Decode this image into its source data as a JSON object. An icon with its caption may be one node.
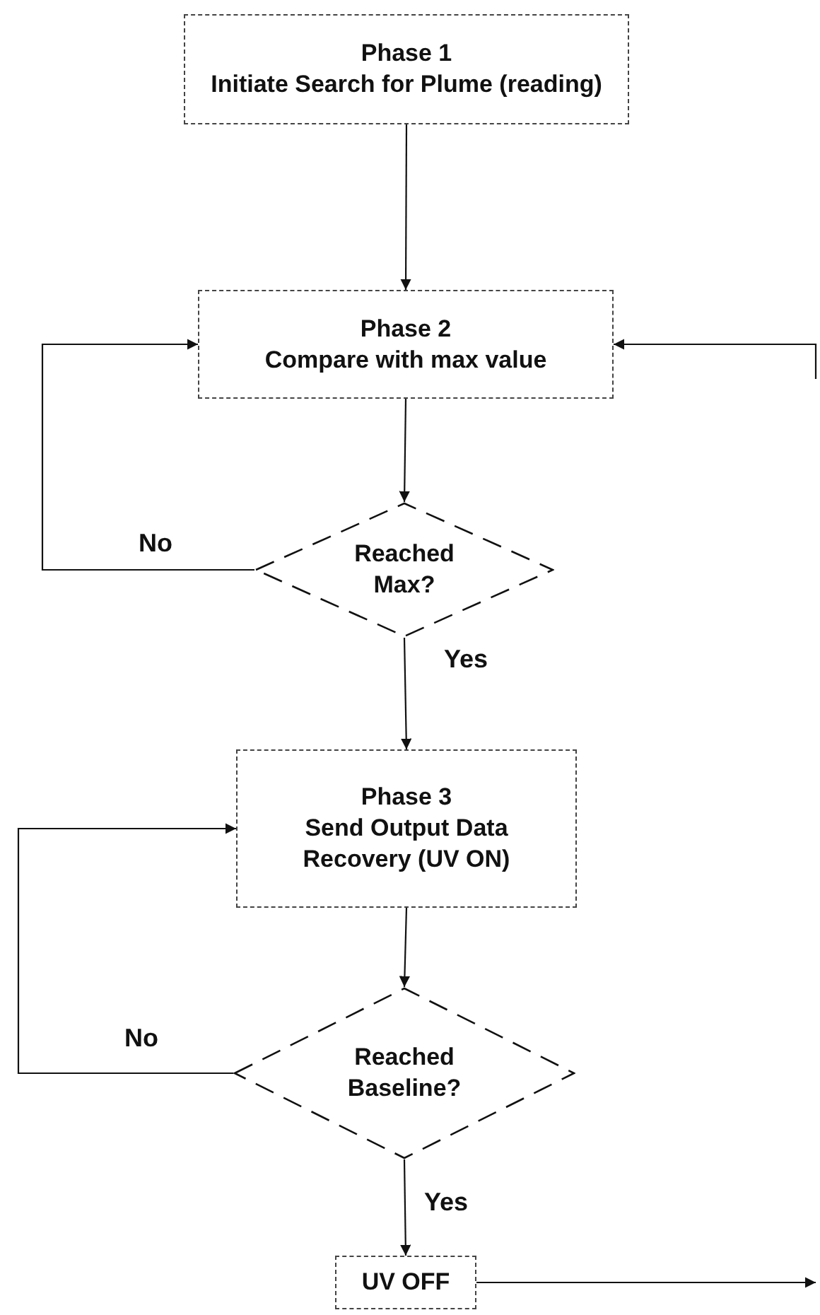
{
  "diagram": {
    "nodes": [
      {
        "text": [
          "Phase 1",
          "Initiate Search for Plume (reading)"
        ]
      },
      {
        "text": [
          "Phase 2",
          "Compare with max value"
        ]
      },
      {
        "text": [
          "Reached Max?"
        ]
      },
      {
        "text": [
          "Phase 3",
          "Send Output Data Recovery (UV ON)"
        ]
      },
      {
        "text": [
          "Reached Baseline?"
        ]
      },
      {
        "text": [
          "UV OFF"
        ]
      }
    ],
    "edges": [
      {
        "from": 0,
        "to": 1,
        "arrow": "to"
      },
      {
        "from": 1,
        "to": 2,
        "arrow": "to"
      },
      {
        "from": 2,
        "to": 1,
        "arrow": "to",
        "label": "No"
      },
      {
        "from": 2,
        "to": 3,
        "arrow": "to",
        "label": "Yes"
      },
      {
        "from": 3,
        "to": 4,
        "arrow": "to"
      },
      {
        "from": 4,
        "to": 3,
        "arrow": "to",
        "label": "No"
      },
      {
        "from": 4,
        "to": 5,
        "arrow": "to",
        "label": "Yes"
      },
      {
        "from": 5,
        "to": null,
        "arrow": "to"
      },
      {
        "from": null,
        "to": 1,
        "arrow": "to"
      }
    ]
  }
}
